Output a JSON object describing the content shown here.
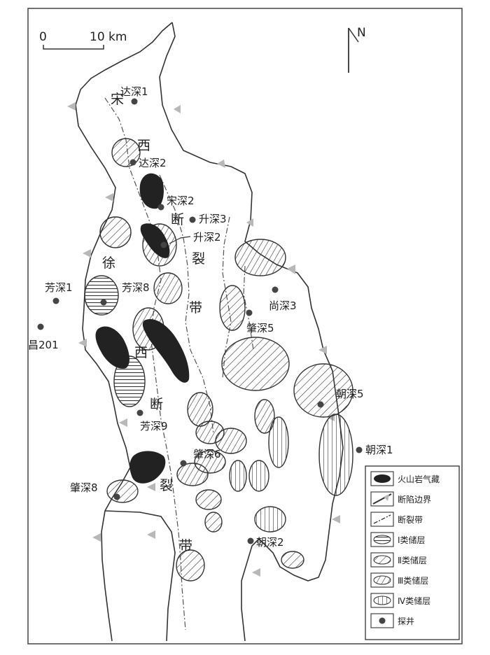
{
  "scale": {
    "zero": "0",
    "ten": "10 km"
  },
  "north": "N",
  "basin_labels": [
    "宋",
    "西",
    "断",
    "裂",
    "带",
    "徐",
    "西",
    "断",
    "裂",
    "带"
  ],
  "wells": [
    {
      "name": "达深1"
    },
    {
      "name": "达深2"
    },
    {
      "name": "宋深2"
    },
    {
      "name": "升深3"
    },
    {
      "name": "升深2"
    },
    {
      "name": "芳深1"
    },
    {
      "name": "芳深8"
    },
    {
      "name": "昌201"
    },
    {
      "name": "尚深3"
    },
    {
      "name": "肇深5"
    },
    {
      "name": "朝深5"
    },
    {
      "name": "芳深9"
    },
    {
      "name": "朝深1"
    },
    {
      "name": "肇深6"
    },
    {
      "name": "肇深8"
    },
    {
      "name": "朝深2"
    }
  ],
  "legend": [
    {
      "label": "火山岩气藏",
      "kind": "volcanic-gas-reservoir"
    },
    {
      "label": "断陷边界",
      "kind": "rift-boundary"
    },
    {
      "label": "断裂带",
      "kind": "fault-zone"
    },
    {
      "label": "Ⅰ类储层",
      "kind": "class-1"
    },
    {
      "label": "Ⅱ类储层",
      "kind": "class-2"
    },
    {
      "label": "Ⅲ类储层",
      "kind": "class-3"
    },
    {
      "label": "Ⅳ类储层",
      "kind": "class-4"
    },
    {
      "label": "探井",
      "kind": "well"
    }
  ],
  "colors": {
    "volcanic": "#222222",
    "well": "#444444",
    "triangle": "#b8b8b8",
    "line": "#333333"
  }
}
